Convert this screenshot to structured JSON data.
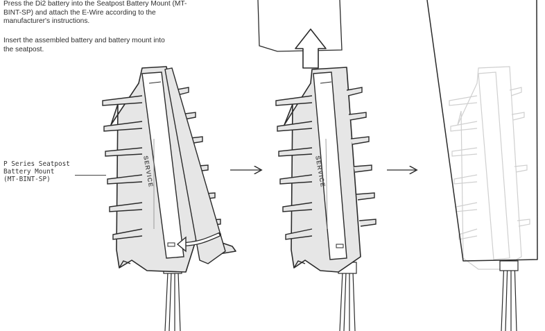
{
  "instructions": {
    "step1": "Press the Di2 battery into the Seatpost Battery Mount (MT-BINT-SP) and attach the E-Wire according to the manufacturer's instructions.",
    "step2": "Insert the assembled battery and battery mount into the seatpost."
  },
  "callout": {
    "line1": "P Series Seatpost",
    "line2": "Battery Mount",
    "line3": "(MT-BINT-SP)"
  },
  "battery_brand": "SERVICE",
  "icons": [
    "arrow-right-icon",
    "arrow-up-icon",
    "curved-arrow-icon"
  ],
  "colors": {
    "line": "#2a2a2a",
    "fill": "#e6e6e6",
    "ghost": "#cfcfcf"
  }
}
